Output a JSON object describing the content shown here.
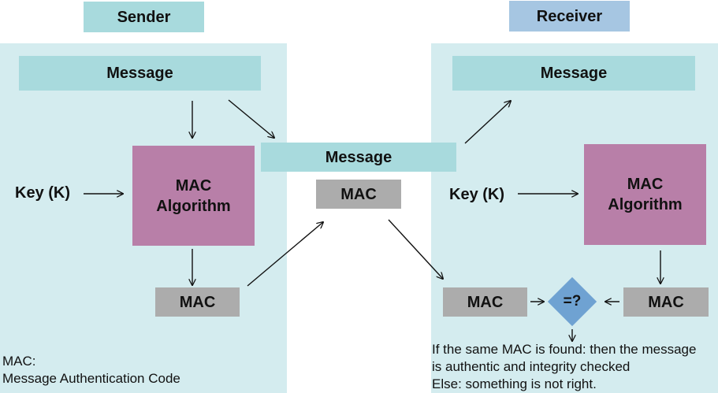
{
  "sender": {
    "title": "Sender",
    "message": "Message",
    "key": "Key (K)",
    "algorithm_line1": "MAC",
    "algorithm_line2": "Algorithm",
    "mac": "MAC",
    "footnote_line1": "MAC:",
    "footnote_line2": "Message Authentication Code"
  },
  "transit": {
    "message": "Message",
    "mac": "MAC"
  },
  "receiver": {
    "title": "Receiver",
    "message": "Message",
    "key": "Key (K)",
    "algorithm_line1": "MAC",
    "algorithm_line2": "Algorithm",
    "received_mac": "MAC",
    "computed_mac": "MAC",
    "compare": "=?",
    "result_line1": "If the same MAC is found: then the message",
    "result_line2": "is authentic and integrity checked",
    "result_line3": "Else: something is not right."
  },
  "colors": {
    "panel": "#d4ecef",
    "message_box": "#a8dadd",
    "receiver_title": "#a6c6e2",
    "algorithm_box": "#b87fa8",
    "mac_box": "#acacac",
    "compare_diamond": "#6fa2d2"
  }
}
